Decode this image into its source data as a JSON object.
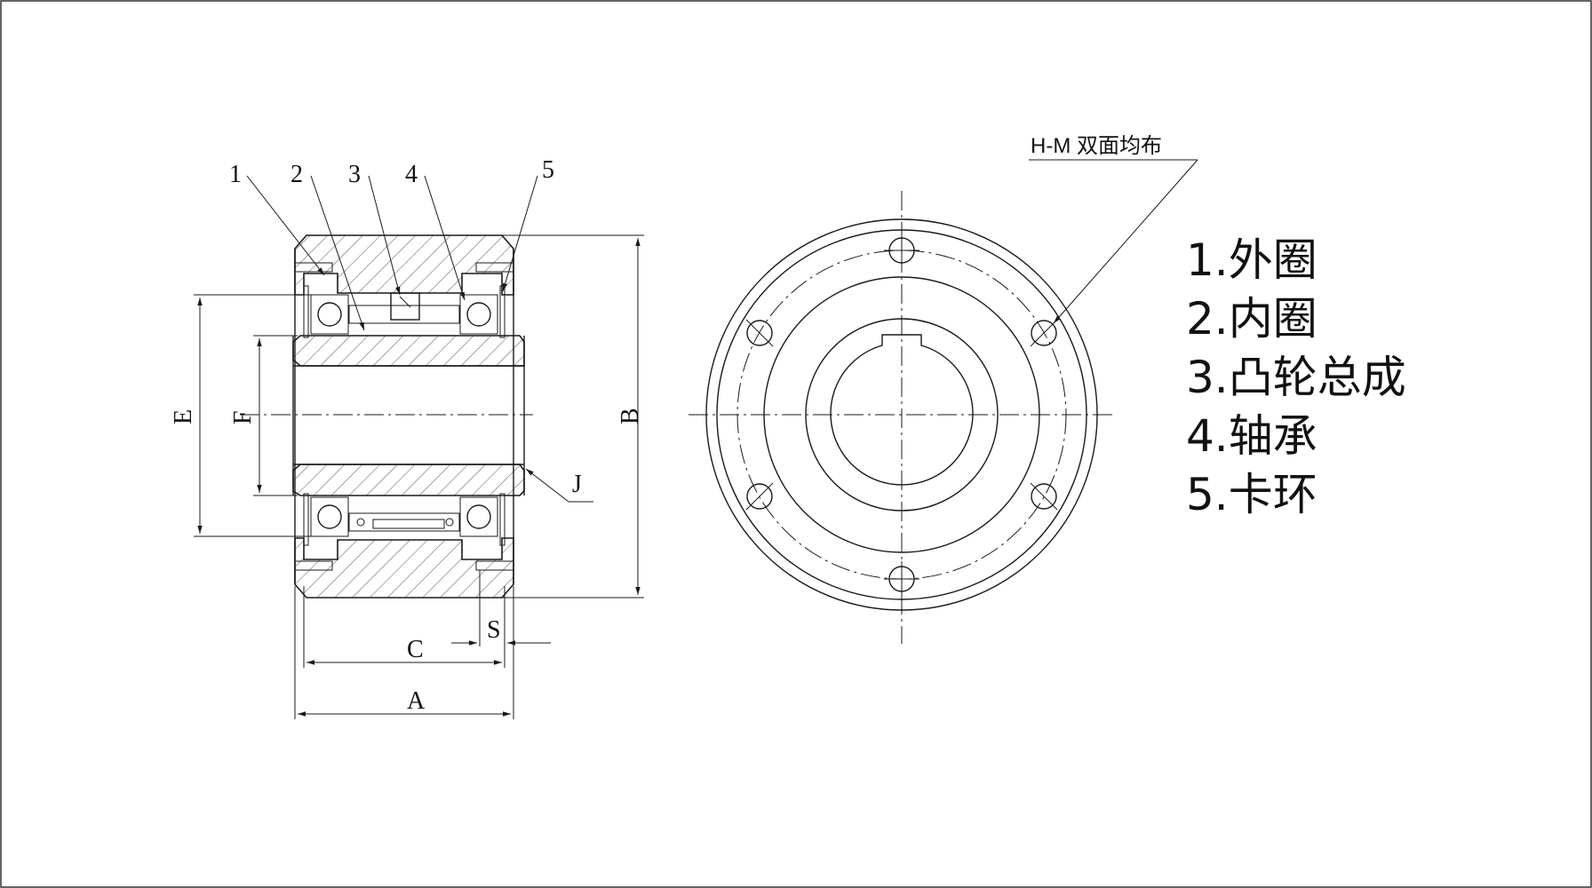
{
  "diagram": {
    "parts": [
      {
        "number": "1",
        "label": "1.外圈"
      },
      {
        "number": "2",
        "label": "2.内圈"
      },
      {
        "number": "3",
        "label": "3.凸轮总成"
      },
      {
        "number": "4",
        "label": "4.轴承"
      },
      {
        "number": "5",
        "label": "5.卡环"
      }
    ],
    "dimensions": {
      "A": "A",
      "B": "B",
      "C": "C",
      "E": "E",
      "F": "F",
      "J": "J",
      "S": "S"
    },
    "hole_note": "H-M 双面均布",
    "colors": {
      "line": "#1a1a1a",
      "background": "#ffffff"
    }
  }
}
